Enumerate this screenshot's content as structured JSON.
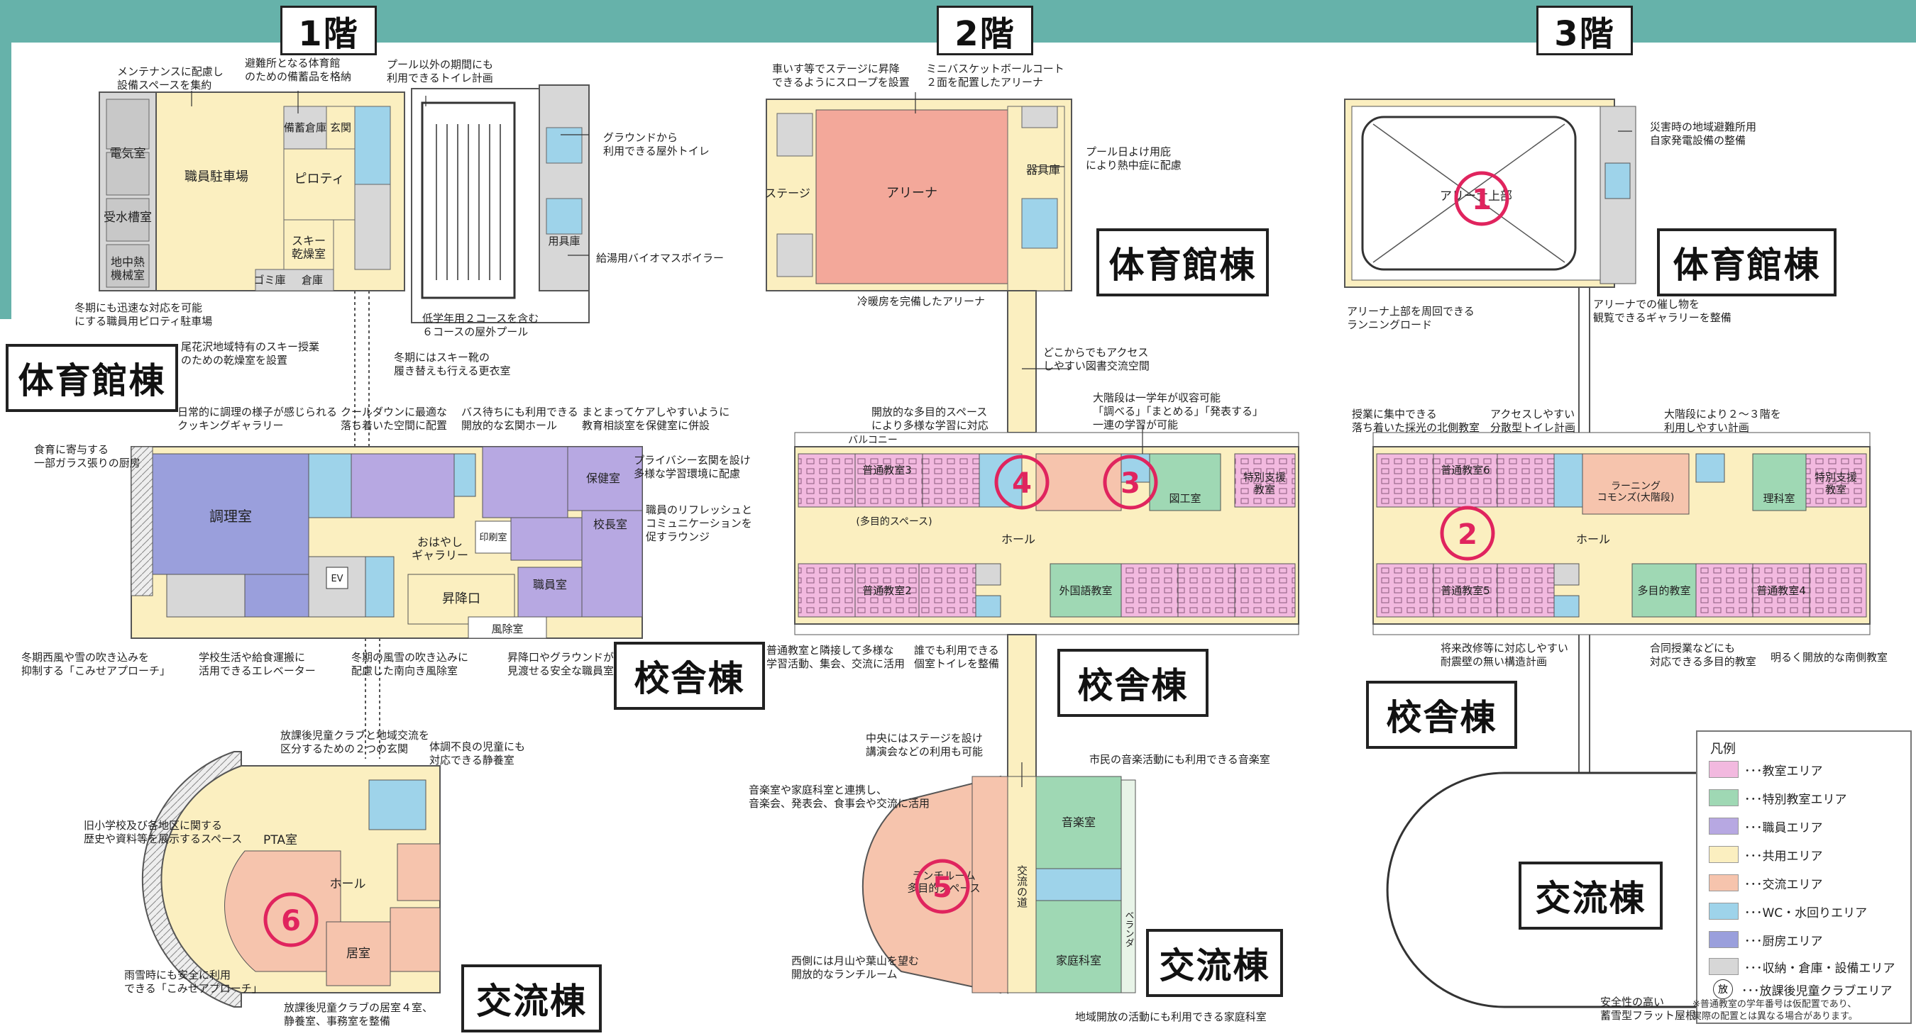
{
  "floors": [
    {
      "label": "1階"
    },
    {
      "label": "2階"
    },
    {
      "label": "3階"
    }
  ],
  "buildings": {
    "gym": "体育館棟",
    "school": "校舎棟",
    "exchange": "交流棟"
  },
  "rooms": {
    "f1_electric": "電気室",
    "f1_water_tank": "受水槽室",
    "f1_underground": "地中熱\n機械室",
    "f1_staff_parking": "職員駐車場",
    "f1_storage": "備蓄倉庫",
    "f1_entrance": "玄関",
    "f1_piloti": "ピロティ",
    "f1_ski_dry": "スキー\n乾燥室",
    "f1_trash": "ゴミ庫",
    "f1_storage2": "倉庫",
    "f1_equip": "用具庫",
    "f1_cooking": "調理室",
    "f1_bus_exit": "昇降口",
    "f1_staff_room": "職員室",
    "f1_principal": "校長室",
    "f1_nurse": "保健室",
    "f1_gallery": "おはやし\nギャラリー",
    "f1_printing": "印刷室",
    "f1_wind_room": "風除室",
    "f1_pta": "PTA室",
    "f1_hall": "ホール",
    "f1_living": "居室",
    "f2_stage": "ステージ",
    "f2_arena": "アリーナ",
    "f2_equip": "器具庫",
    "f2_hall": "ホール",
    "f2_music": "音楽室",
    "f2_home_econ": "家庭科室",
    "f2_lunch": "ランチルーム\n多目的スペース",
    "f2_road": "交流の道",
    "f2_veranda": "ベランダ",
    "f2_craft": "図工室",
    "f2_foreign": "外国語教室",
    "f2_class3": "普通教室3",
    "f2_class2": "普通教室2",
    "f2_special": "特別支援\n教室",
    "f2_multi_space": "(多目的スペース)",
    "f2_balcony": "バルコニー",
    "f3_arena_upper": "アリーナ上部",
    "f3_class6": "普通教室6",
    "f3_learning": "ラーニング\nコモンズ(大階段)",
    "f3_class5": "普通教室5",
    "f3_class4": "普通教室4",
    "f3_multi_class": "多目的教室",
    "f3_science": "理科室",
    "f3_special": "特別支援\n教室",
    "f3_hall": "ホール"
  },
  "markers": [
    "1",
    "2",
    "3",
    "4",
    "5",
    "6"
  ],
  "annotations": {
    "a01": "メンテナンスに配慮し\n設備スペースを集約",
    "a02": "避難所となる体育館\nのための備蓄品を格納",
    "a03": "プール以外の期間にも\n利用できるトイレ計画",
    "a04": "グラウンドから\n利用できる屋外トイレ",
    "a05": "給湯用バイオマスボイラー",
    "a06": "冬期にも迅速な対応を可能\nにする職員用ピロティ駐車場",
    "a07": "低学年用２コースを含む\n６コースの屋外プール",
    "a08": "尾花沢地域特有のスキー授業\nのための乾燥室を設置",
    "a09": "冬期にはスキー靴の\n履き替えも行える更衣室",
    "a10": "日常的に調理の様子が感じられる\nクッキングギャラリー",
    "a11": "クールダウンに最適な\n落ち着いた空間に配置",
    "a12": "バス待ちにも利用できる\n開放的な玄関ホール",
    "a13": "まとまってケアしやすいように\n教育相談室を保健室に併設",
    "a14": "プライバシー玄関を設け\n多様な学習環境に配慮",
    "a15": "職員のリフレッシュと\nコミュニケーションを\n促すラウンジ",
    "a16": "食育に寄与する\n一部ガラス張りの厨房",
    "a17": "冬期西風や雪の吹き込みを\n抑制する「こみせアプローチ」",
    "a18": "学校生活や給食運搬に\n活用できるエレベーター",
    "a19": "冬期の風雪の吹き込みに\n配慮した南向き風除室",
    "a20": "昇降口やグラウンドが\n見渡せる安全な職員室",
    "a21": "放課後児童クラブと地域交流を\n区分するための２つの玄関",
    "a22": "体調不良の児童にも\n対応できる静養室",
    "a23": "旧小学校及び各地区に関する\n歴史や資料等を展示するスペース",
    "a24": "雨雪時にも安全に利用\nできる「こみせアプローチ」",
    "a25": "放課後児童クラブの居室４室、\n静養室、事務室を整備",
    "a26": "車いす等でステージに昇降\nできるようにスロープを設置",
    "a27": "ミニバスケットボールコート\n２面を配置したアリーナ",
    "a28": "プール日よけ用庇\nにより熱中症に配慮",
    "a29": "冷暖房を完備したアリーナ",
    "a30": "どこからでもアクセス\nしやすい図書交流空間",
    "a31": "開放的な多目的スペース\nにより多様な学習に対応",
    "a32": "大階段は一学年が収容可能\n「調べる」「まとめる」「発表する」\n一連の学習が可能",
    "a33": "普通教室と隣接して多様な\n学習活動、集会、交流に活用",
    "a34": "誰でも利用できる\n個室トイレを整備",
    "a35": "中央にはステージを設け\n講演会などの利用も可能",
    "a36": "音楽室や家庭科室と連携し、\n音楽会、発表会、食事会や交流に活用",
    "a37": "市民の音楽活動にも利用できる音楽室",
    "a38": "西側には月山や葉山を望む\n開放的なランチルーム",
    "a39": "地域開放の活動にも利用できる家庭科室",
    "a40": "災害時の地域避難所用\n自家発電設備の整備",
    "a41": "アリーナ上部を周回できる\nランニングロード",
    "a42": "アリーナでの催し物を\n観覧できるギャラリーを整備",
    "a43": "授業に集中できる\n落ち着いた採光の北側教室",
    "a44": "アクセスしやすい\n分散型トイレ計画",
    "a45": "大階段により２～３階を\n利用しやすい計画",
    "a46": "将来改修等に対応しやすい\n耐震壁の無い構造計画",
    "a47": "合同授業などにも\n対応できる多目的教室",
    "a48": "明るく開放的な南側教室",
    "a49": "安全性の高い\n蓄雪型フラット屋根"
  },
  "legend": {
    "title": "凡例",
    "items": [
      {
        "label": "･･･教室エリア",
        "color": "#f2b9df"
      },
      {
        "label": "･･･特別教室エリア",
        "color": "#9fd8b4"
      },
      {
        "label": "･･･職員エリア",
        "color": "#b7a8e2"
      },
      {
        "label": "･･･共用エリア",
        "color": "#fbefc0"
      },
      {
        "label": "･･･交流エリア",
        "color": "#f6c4ad"
      },
      {
        "label": "･･･WC・水回りエリア",
        "color": "#9ed3ea"
      },
      {
        "label": "･･･厨房エリア",
        "color": "#9a9fdc"
      },
      {
        "label": "･･･収納・倉庫・設備エリア",
        "color": "#d7d7d7"
      }
    ],
    "symbol_char": "放",
    "symbol_label": "･･･放課後児童クラブエリア",
    "note": "※普通教室の学年番号は仮配置であり、\n実際の配置とは異なる場合があります。"
  }
}
